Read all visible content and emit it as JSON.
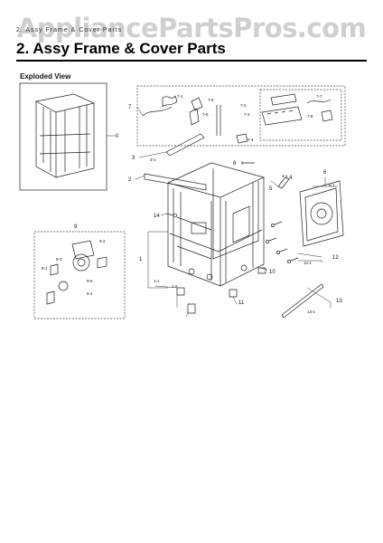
{
  "watermark": "AppliancePartsPros.com",
  "header": {
    "small_label": "2. Assy Frame & Cover Parts",
    "section_title": "2.  Assy Frame & Cover Parts",
    "subtitle": "Exploded View"
  },
  "callouts": {
    "c0": "0",
    "c1": "1",
    "c1_1": "1-1",
    "c1_2": "1-2",
    "c2": "2",
    "c3": "3",
    "c3_1": "3-1",
    "c4": "4",
    "c4_1": "4-1",
    "c5": "5",
    "c6": "6",
    "c6_1": "6-1",
    "c7": "7",
    "c7_1": "7-1",
    "c7_2": "7-2",
    "c7_3": "7-3",
    "c7_4": "7-4",
    "c7_5": "7-5",
    "c7_6": "7-6",
    "c7_7": "7-7",
    "c7_8": "7-8",
    "c8": "8",
    "c9": "9",
    "c9_1": "9-1",
    "c9_2": "9-2",
    "c9_3": "9-3",
    "c9_4": "9-4",
    "c9_5": "9-5",
    "c10": "10",
    "c11": "11",
    "c12": "12",
    "c12_1": "12-1",
    "c13": "13",
    "c13_1": "13-1",
    "c14": "14"
  },
  "colors": {
    "line": "#222222",
    "dash": "#444444",
    "watermark": "#cfcfcf"
  }
}
